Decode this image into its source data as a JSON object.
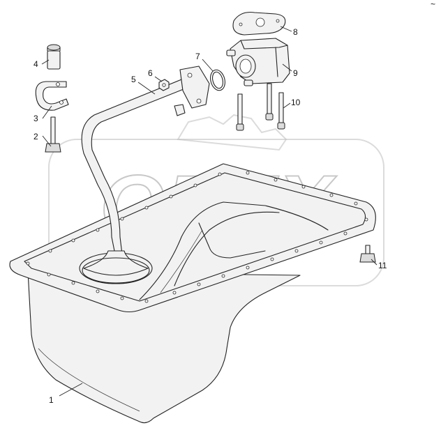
{
  "diagram": {
    "watermark_text": "OPEX",
    "corner_mark": "~",
    "parts": [
      {
        "id": "1",
        "label": "1"
      },
      {
        "id": "2",
        "label": "2"
      },
      {
        "id": "3",
        "label": "3"
      },
      {
        "id": "4",
        "label": "4"
      },
      {
        "id": "5",
        "label": "5"
      },
      {
        "id": "6",
        "label": "6"
      },
      {
        "id": "7",
        "label": "7"
      },
      {
        "id": "8",
        "label": "8"
      },
      {
        "id": "9",
        "label": "9"
      },
      {
        "id": "10",
        "label": "10"
      },
      {
        "id": "11",
        "label": "11"
      }
    ]
  }
}
